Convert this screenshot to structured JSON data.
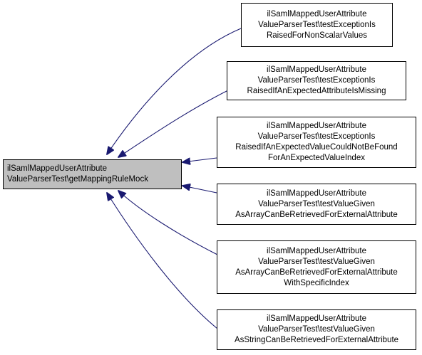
{
  "diagram": {
    "root": {
      "lines": [
        "ilSamlMappedUserAttribute",
        "ValueParserTest\\getMappingRuleMock"
      ]
    },
    "callers": [
      {
        "lines": [
          "ilSamlMappedUserAttribute",
          "ValueParserTest\\testExceptionIs",
          "RaisedForNonScalarValues"
        ]
      },
      {
        "lines": [
          "ilSamlMappedUserAttribute",
          "ValueParserTest\\testExceptionIs",
          "RaisedIfAnExpectedAttributeIsMissing"
        ]
      },
      {
        "lines": [
          "ilSamlMappedUserAttribute",
          "ValueParserTest\\testExceptionIs",
          "RaisedIfAnExpectedValueCouldNotBeFound",
          "ForAnExpectedValueIndex"
        ]
      },
      {
        "lines": [
          "ilSamlMappedUserAttribute",
          "ValueParserTest\\testValueGiven",
          "AsArrayCanBeRetrievedForExternalAttribute"
        ]
      },
      {
        "lines": [
          "ilSamlMappedUserAttribute",
          "ValueParserTest\\testValueGiven",
          "AsArrayCanBeRetrievedForExternalAttribute",
          "WithSpecificIndex"
        ]
      },
      {
        "lines": [
          "ilSamlMappedUserAttribute",
          "ValueParserTest\\testValueGiven",
          "AsStringCanBeRetrievedForExternalAttribute"
        ]
      }
    ],
    "colors": {
      "edge": "#191970",
      "root_fill": "#bfbfbf",
      "node_fill": "#ffffff",
      "border": "#000000"
    }
  }
}
